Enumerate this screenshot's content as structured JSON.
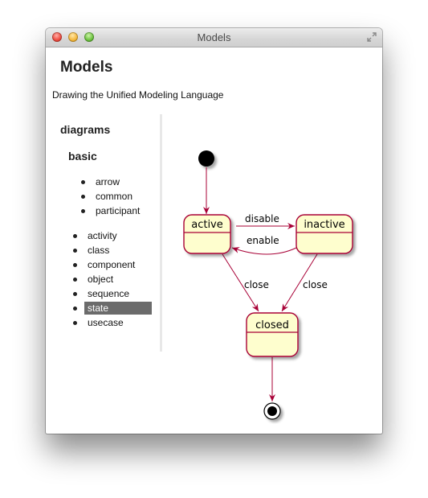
{
  "window": {
    "title": "Models"
  },
  "page": {
    "title": "Models",
    "subtitle": "Drawing the Unified Modeling Language"
  },
  "sidebar": {
    "heading": "diagrams",
    "subheading": "basic",
    "basic_items": [
      {
        "label": "arrow"
      },
      {
        "label": "common"
      },
      {
        "label": "participant"
      }
    ],
    "items": [
      {
        "label": "activity",
        "selected": false
      },
      {
        "label": "class",
        "selected": false
      },
      {
        "label": "component",
        "selected": false
      },
      {
        "label": "object",
        "selected": false
      },
      {
        "label": "sequence",
        "selected": false
      },
      {
        "label": "state",
        "selected": true
      },
      {
        "label": "usecase",
        "selected": false
      }
    ],
    "selected_bg": "#6b6b6b"
  },
  "diagram": {
    "states": [
      {
        "id": "active",
        "label": "active"
      },
      {
        "id": "inactive",
        "label": "inactive"
      },
      {
        "id": "closed",
        "label": "closed"
      }
    ],
    "transitions": [
      {
        "from": "initial",
        "to": "active",
        "label": ""
      },
      {
        "from": "active",
        "to": "inactive",
        "label": "disable"
      },
      {
        "from": "inactive",
        "to": "active",
        "label": "enable"
      },
      {
        "from": "active",
        "to": "closed",
        "label": "close"
      },
      {
        "from": "inactive",
        "to": "closed",
        "label": "close"
      },
      {
        "from": "closed",
        "to": "final",
        "label": ""
      }
    ],
    "colors": {
      "state_fill": "#fefece",
      "state_border": "#a80036",
      "arrow": "#a80036"
    }
  }
}
